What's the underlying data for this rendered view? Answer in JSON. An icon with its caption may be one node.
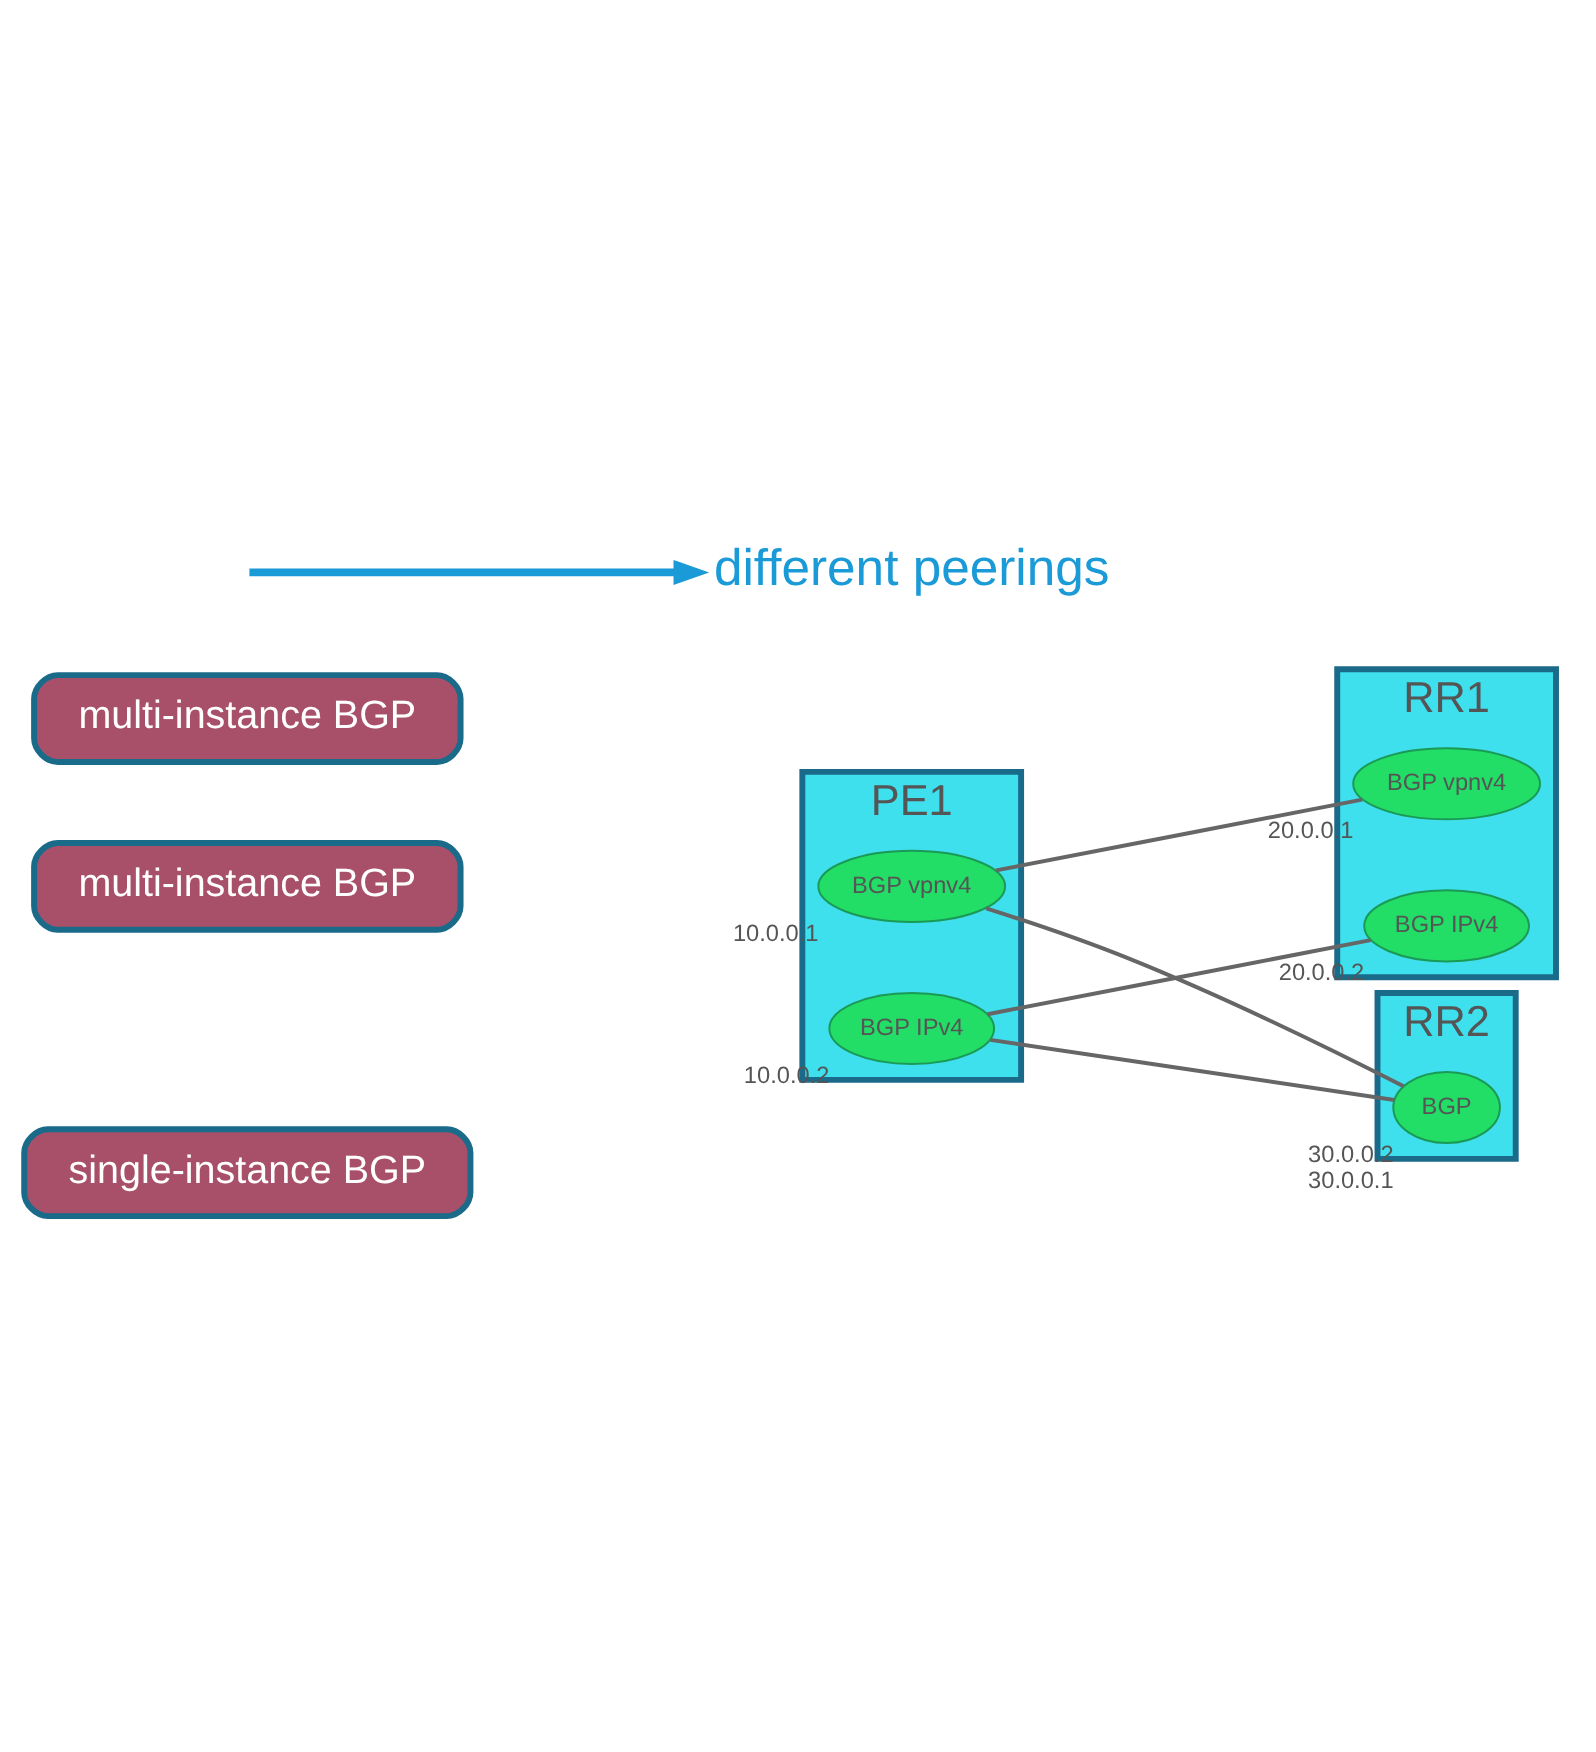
{
  "diagram": {
    "nodes": [
      {
        "text": [
          "multi-instance BGP"
        ]
      },
      {
        "text": [
          "RR1"
        ]
      },
      {
        "text": [
          "BGP vpnv4"
        ],
        "in": 1,
        "beside": [
          "20.0.0.1"
        ]
      },
      {
        "text": [
          "BGP IPv4"
        ],
        "in": 1,
        "beside": [
          "20.0.0.2"
        ]
      },
      {
        "text": [
          "multi-instance BGP"
        ]
      },
      {
        "text": [
          "PE1"
        ]
      },
      {
        "text": [
          "BGP vpnv4"
        ],
        "in": 5,
        "beside": [
          "10.0.0.1"
        ]
      },
      {
        "text": [
          "BGP IPv4"
        ],
        "in": 5,
        "beside": [
          "10.0.0.2"
        ]
      },
      {
        "text": [
          "single-instance BGP"
        ]
      },
      {
        "text": [
          "RR2"
        ]
      },
      {
        "text": [
          "BGP"
        ],
        "in": 9,
        "beside": [
          "30.0.0.2",
          "30.0.0.1"
        ]
      },
      {
        "text": [
          "different peerings"
        ]
      }
    ],
    "edges": [
      {
        "from": 6,
        "to": 2,
        "arrow": "none"
      },
      {
        "from": 7,
        "to": 3,
        "arrow": "none"
      },
      {
        "from": 6,
        "to": 10,
        "arrow": "none"
      },
      {
        "from": 7,
        "to": 10,
        "arrow": "none"
      },
      {
        "from": null,
        "to": 11,
        "arrow": "to",
        "style": "thick",
        "color": "#1a9ad6"
      }
    ]
  }
}
